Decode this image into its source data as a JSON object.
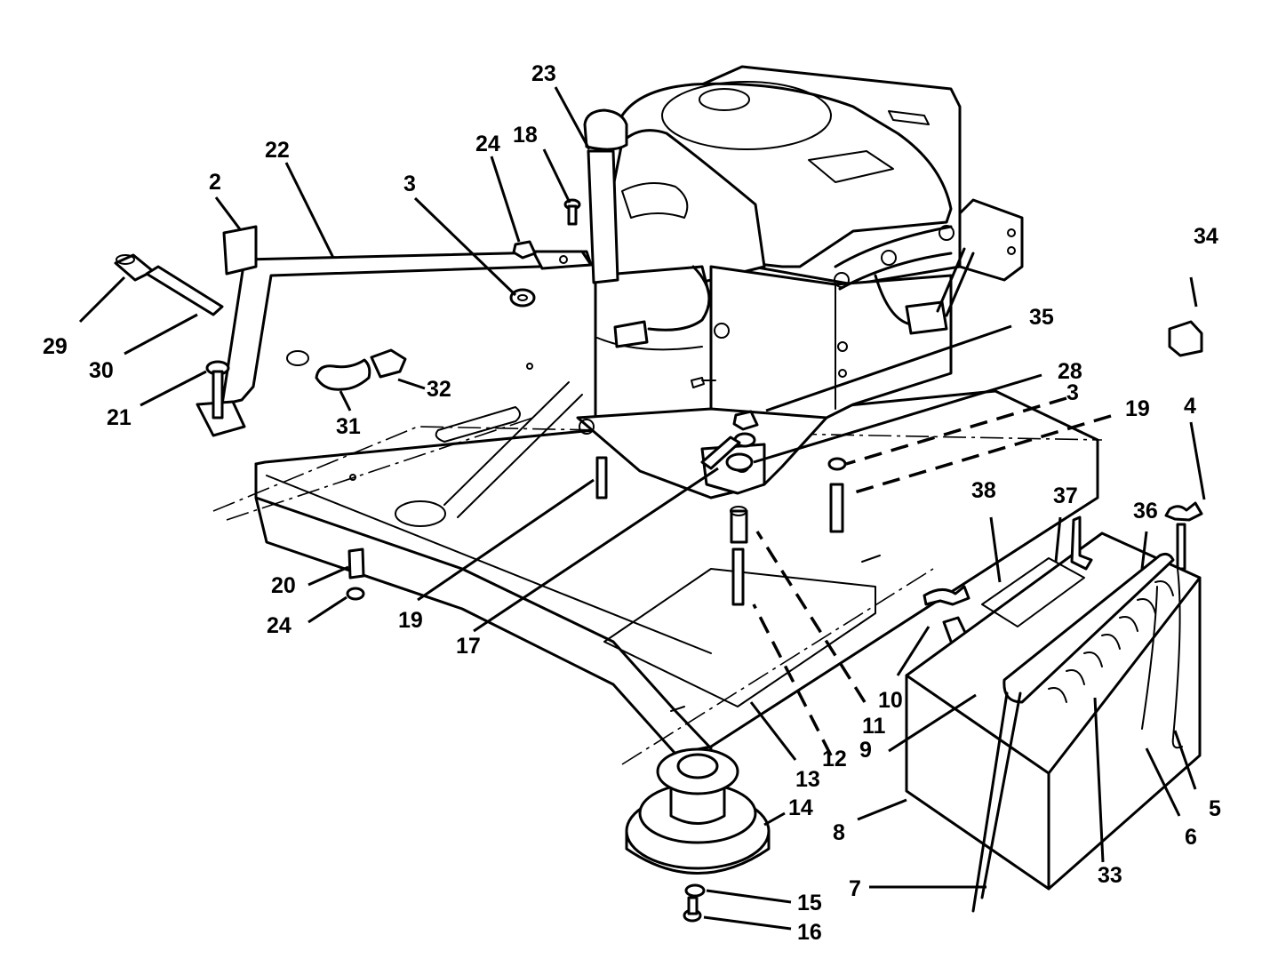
{
  "callouts": [
    {
      "key": "c2",
      "text": "2"
    },
    {
      "key": "c22",
      "text": "22"
    },
    {
      "key": "c29",
      "text": "29"
    },
    {
      "key": "c30",
      "text": "30"
    },
    {
      "key": "c21",
      "text": "21"
    },
    {
      "key": "c3a",
      "text": "3"
    },
    {
      "key": "c24a",
      "text": "24"
    },
    {
      "key": "c18",
      "text": "18"
    },
    {
      "key": "c23",
      "text": "23"
    },
    {
      "key": "c31",
      "text": "31"
    },
    {
      "key": "c32",
      "text": "32"
    },
    {
      "key": "c34",
      "text": "34"
    },
    {
      "key": "c35",
      "text": "35"
    },
    {
      "key": "c28",
      "text": "28"
    },
    {
      "key": "c3b",
      "text": "3"
    },
    {
      "key": "c19a",
      "text": "19"
    },
    {
      "key": "c4",
      "text": "4"
    },
    {
      "key": "c36",
      "text": "36"
    },
    {
      "key": "c38",
      "text": "38"
    },
    {
      "key": "c37",
      "text": "37"
    },
    {
      "key": "c20",
      "text": "20"
    },
    {
      "key": "c24b",
      "text": "24"
    },
    {
      "key": "c19b",
      "text": "19"
    },
    {
      "key": "c17",
      "text": "17"
    },
    {
      "key": "c10",
      "text": "10"
    },
    {
      "key": "c11",
      "text": "11"
    },
    {
      "key": "c9",
      "text": "9"
    },
    {
      "key": "c12",
      "text": "12"
    },
    {
      "key": "c13",
      "text": "13"
    },
    {
      "key": "c14",
      "text": "14"
    },
    {
      "key": "c8",
      "text": "8"
    },
    {
      "key": "c33",
      "text": "33"
    },
    {
      "key": "c6",
      "text": "6"
    },
    {
      "key": "c5",
      "text": "5"
    },
    {
      "key": "c7",
      "text": "7"
    },
    {
      "key": "c15",
      "text": "15"
    },
    {
      "key": "c16",
      "text": "16"
    }
  ]
}
